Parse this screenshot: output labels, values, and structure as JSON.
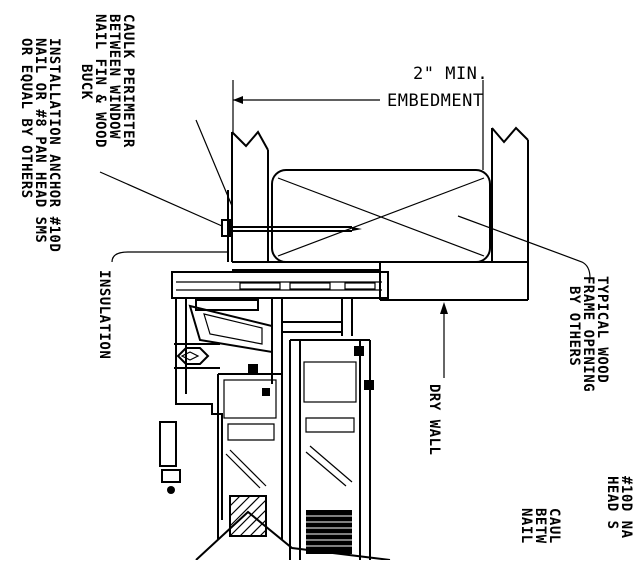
{
  "diagram": {
    "embedment_line1": "2\" MIN.",
    "embedment_line2": "EMBEDMENT",
    "caulk_lines": [
      "CAULK PERIMETER",
      "BETWEEN WINDOW",
      "NAIL FIN & WOOD",
      "BUCK"
    ],
    "anchor_lines": [
      "INSTALLATION ANCHOR #10D",
      "NAIL OR #8 PAN HEAD SMS",
      "OR EQUAL BY OTHERS"
    ],
    "insulation": "INSULATION",
    "dry_wall": "DRY WALL",
    "wood_frame_lines": [
      "TYPICAL WOOD",
      "FRAME OPENING",
      "BY OTHERS"
    ],
    "cut_right_top_lines": [
      "#10D NA",
      "HEAD S"
    ],
    "cut_right_bottom_lines": [
      "CAUL",
      "BETW",
      "NAIL"
    ]
  }
}
